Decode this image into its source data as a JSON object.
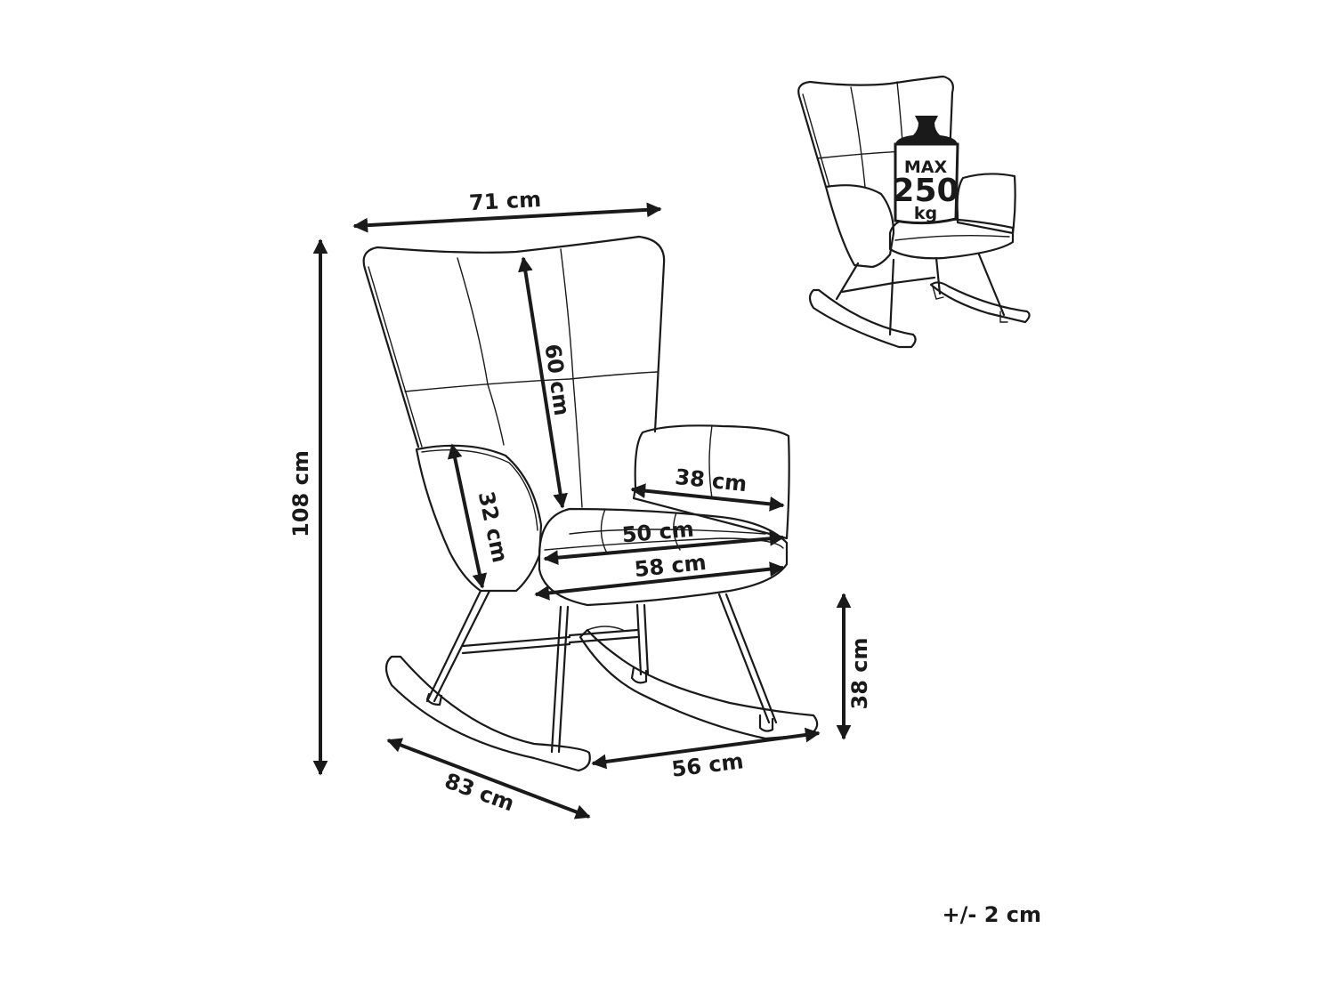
{
  "dimensions": {
    "width": "71 cm",
    "height": "108 cm",
    "back_height": "60 cm",
    "armrest_height": "32 cm",
    "armrest_depth": "38 cm",
    "seat_depth": "50 cm",
    "seat_width": "58 cm",
    "seat_height": "38 cm",
    "rocker_width": "56 cm",
    "depth": "83 cm"
  },
  "max_load": {
    "prefix": "MAX",
    "value": "250",
    "unit": "kg"
  },
  "tolerance": "+/- 2 cm"
}
